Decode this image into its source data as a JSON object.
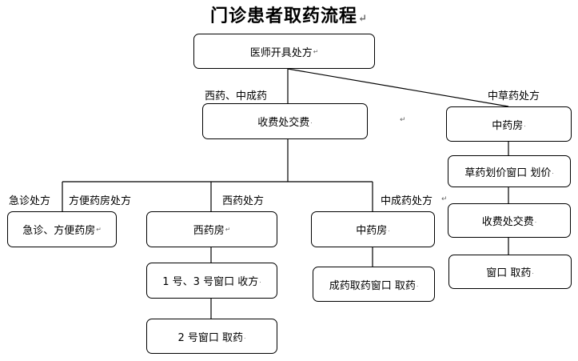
{
  "title": "门诊患者取药流程",
  "nodes": {
    "prescribe": "医师开具处方",
    "pay_main": "收费处交费",
    "tcm_pharmacy_right": "中药房",
    "herbal_pricing": "草药划价窗口 划价",
    "pay_right": "收费处交费",
    "window_right": "窗口 取药",
    "emergency_pharmacy": "急诊、方便药房",
    "western_pharmacy": "西药房",
    "tcm_pharmacy_mid": "中药房",
    "window_1_3": "1 号、3 号窗口 收方",
    "window_2": "2 号窗口 取药",
    "patent_window": "成药取药窗口 取药"
  },
  "edge_labels": {
    "western_patent": "西药、中成药",
    "herbal_rx": "中草药处方",
    "emergency_rx": "急诊处方",
    "convenience_rx": "方便药房处方",
    "western_rx": "西药处方",
    "patent_rx": "中成药处方"
  },
  "mark": "↵"
}
